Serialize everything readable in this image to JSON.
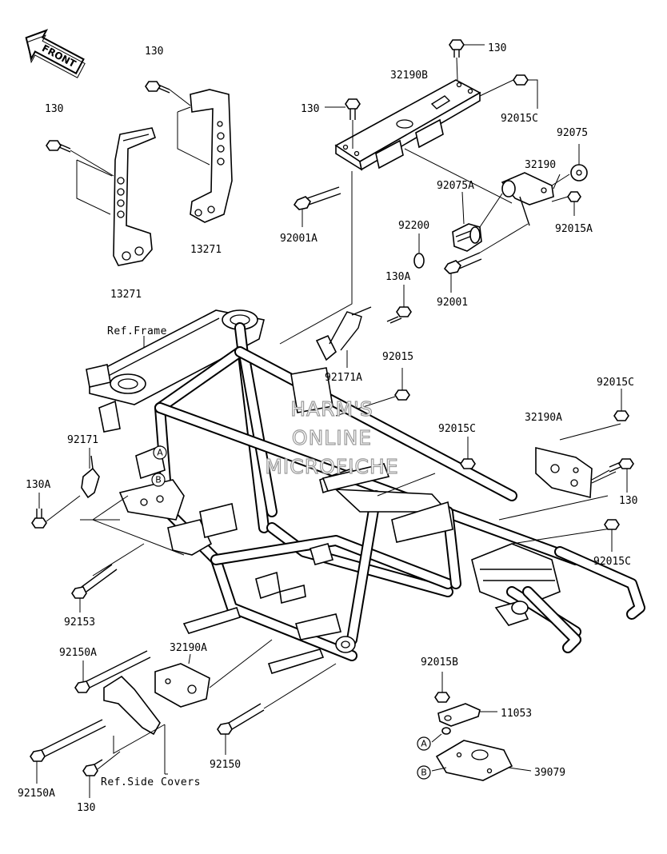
{
  "front_badge": "FRONT",
  "watermark": [
    "HARM'S",
    "ONLINE",
    "MICROFICHE"
  ],
  "references": {
    "frame": "Ref.Frame",
    "side_covers": "Ref.Side Covers"
  },
  "callouts": {
    "a": "A",
    "b": "B"
  },
  "parts": {
    "p130_bracket_right": "130",
    "p130_bracket_left": "130",
    "p13271_left": "13271",
    "p13271_right": "13271",
    "p130_top": "130",
    "p130_upper": "130",
    "p32190B": "32190B",
    "p92015C_top": "92015C",
    "p92075": "92075",
    "p32190": "32190",
    "p92001A": "92001A",
    "p92075A": "92075A",
    "p92200": "92200",
    "p92015A": "92015A",
    "p130A_mid": "130A",
    "p92001": "92001",
    "p92171A": "92171A",
    "p92015": "92015",
    "p92015C_right": "92015C",
    "p92015C_mid": "92015C",
    "p32190A_right": "32190A",
    "p92171": "92171",
    "p130A_left": "130A",
    "p130_right": "130",
    "p92015C_lower": "92015C",
    "p92153": "92153",
    "p92150A_upper": "92150A",
    "p32190A_bottom": "32190A",
    "p92015B": "92015B",
    "p11053": "11053",
    "p39079": "39079",
    "p92150": "92150",
    "p92150A_lower": "92150A",
    "p130_bottom": "130"
  }
}
